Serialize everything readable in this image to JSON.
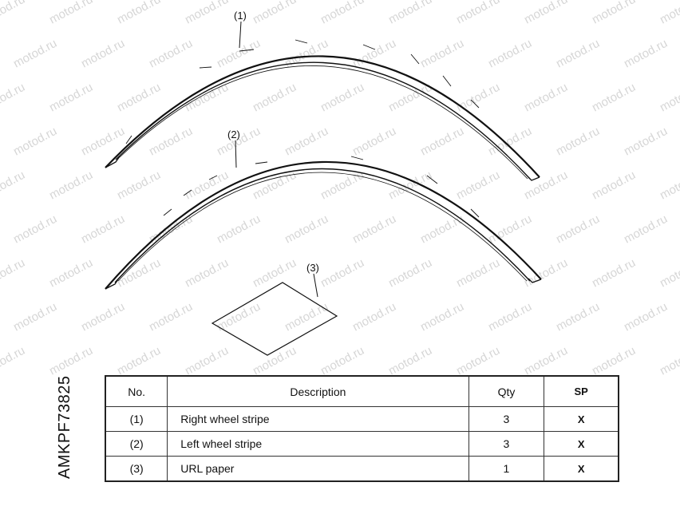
{
  "watermark": "motod.ru",
  "drawing_code": "AMKPF73825",
  "callouts": [
    "(1)",
    "(2)",
    "(3)"
  ],
  "table": {
    "headers": [
      "No.",
      "Description",
      "Qty",
      "SP"
    ],
    "rows": [
      {
        "no": "(1)",
        "description": "Right wheel stripe",
        "qty": "3",
        "sp": "X"
      },
      {
        "no": "(2)",
        "description": "Left wheel stripe",
        "qty": "3",
        "sp": "X"
      },
      {
        "no": "(3)",
        "description": "URL paper",
        "qty": "1",
        "sp": "X"
      }
    ]
  }
}
